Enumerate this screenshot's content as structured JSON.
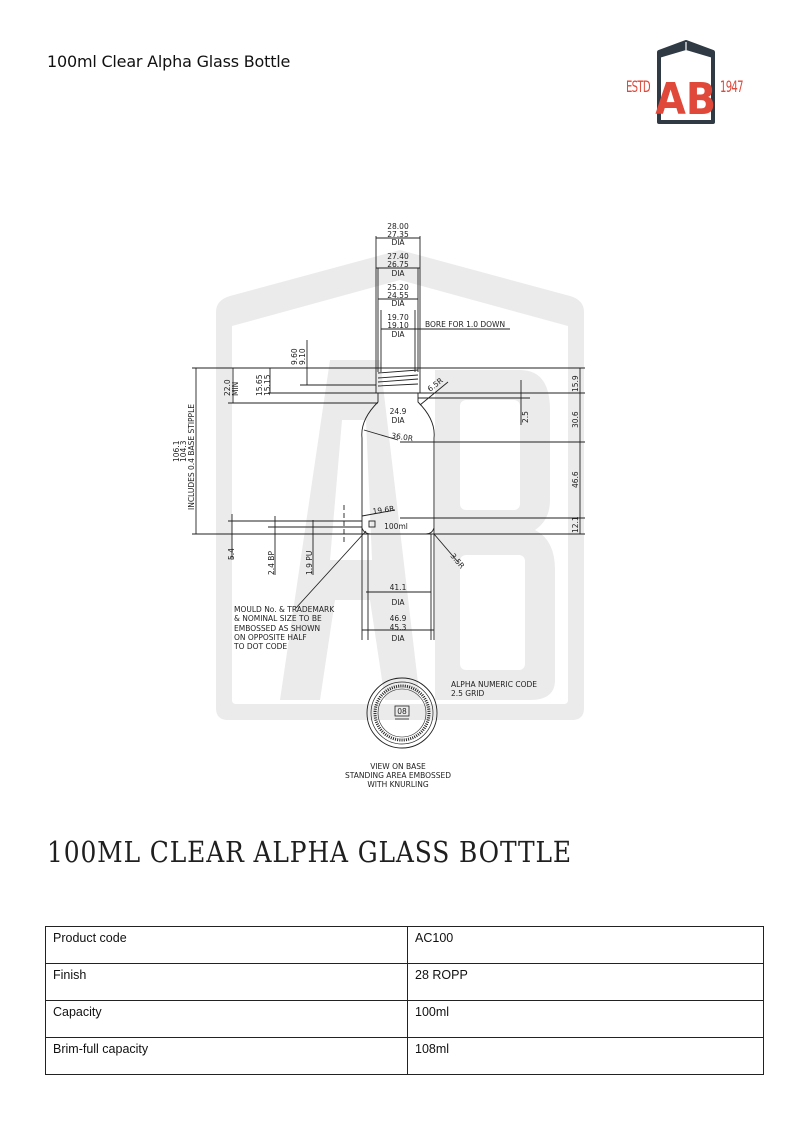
{
  "header": {
    "title": "100ml Clear Alpha Glass Bottle"
  },
  "logo": {
    "left_text": "ESTD",
    "monogram": "AB",
    "right_text": "1947",
    "colors": {
      "red": "#e0483a",
      "dark": "#2f3a44"
    }
  },
  "drawing": {
    "neck_dims": [
      {
        "upper": "28.00",
        "lower": "27.35",
        "unit": "DIA"
      },
      {
        "upper": "27.40",
        "lower": "26.75",
        "unit": "DIA"
      },
      {
        "upper": "25.20",
        "lower": "24.55",
        "unit": "DIA"
      },
      {
        "upper": "19.70",
        "lower": "19.10",
        "unit": "DIA"
      }
    ],
    "bore_note": "BORE FOR 1.0 DOWN",
    "thread_dims": {
      "upper": "9.60",
      "lower": "9.10"
    },
    "shoulder_dims": {
      "upper": "15.65",
      "lower": "15.15"
    },
    "min_dim": {
      "value": "22.0",
      "unit": "MIN"
    },
    "overall_height": {
      "upper": "106.1",
      "lower": "104.3",
      "note": "INCLUDES 0.4 BASE STIPPLE"
    },
    "radii": {
      "neck": "6.5R",
      "shoulder": "36.0R",
      "heel": "19.6R",
      "base": "3.5R"
    },
    "inner_neck": {
      "value": "24.9",
      "unit": "DIA"
    },
    "right_dims": [
      "15.9",
      "30.6",
      "46.6",
      "12.1"
    ],
    "small_dim": "2.5",
    "base_label": "100ml",
    "bottom_dims": [
      "5.4",
      "2.4 BP",
      "1.9 PU"
    ],
    "base_dia": {
      "value": "41.1",
      "unit": "DIA"
    },
    "body_dia": {
      "upper": "46.9",
      "lower": "45.3",
      "unit": "DIA"
    },
    "mould_note": [
      "MOULD No. & TRADEMARK",
      "& NOMINAL SIZE TO BE",
      "EMBOSSED AS SHOWN",
      "ON OPPOSITE HALF",
      "TO DOT CODE"
    ],
    "alpha_note": [
      "ALPHA NUMERIC CODE",
      "2.5 GRID"
    ],
    "base_view_note": [
      "VIEW ON BASE",
      "STANDING AREA EMBOSSED",
      "WITH KNURLING"
    ],
    "base_code": "08"
  },
  "main": {
    "heading": "100ML CLEAR ALPHA GLASS BOTTLE"
  },
  "specs": {
    "rows": [
      {
        "label": "Product code",
        "value": "AC100"
      },
      {
        "label": "Finish",
        "value": "28 ROPP"
      },
      {
        "label": "Capacity",
        "value": "100ml"
      },
      {
        "label": "Brim-full capacity",
        "value": "108ml"
      }
    ]
  }
}
